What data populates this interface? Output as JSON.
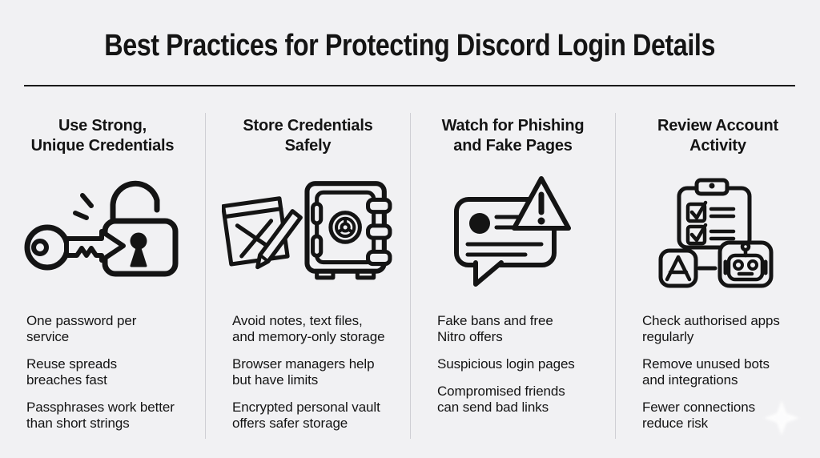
{
  "infographic": {
    "title": "Best Practices for Protecting Discord Login Details"
  },
  "columns": [
    {
      "heading": "Use Strong,\nUnique Credentials",
      "icon": "key-and-unlocked-padlock-icon",
      "points": [
        "One password per\nservice",
        "Reuse spreads\nbreaches fast",
        "Passphrases work better\nthan short strings"
      ]
    },
    {
      "heading": "Store Credentials\nSafely",
      "icon": "crossed-note-pen-and-safe-icon",
      "points": [
        "Avoid notes, text files,\nand memory-only storage",
        "Browser managers help\nbut have limits",
        "Encrypted personal vault\noffers safer storage"
      ]
    },
    {
      "heading": "Watch for Phishing\nand Fake Pages",
      "icon": "chat-message-warning-icon",
      "points": [
        "Fake bans and free\nNitro offers",
        "Suspicious login pages",
        "Compromised friends\ncan send bad links"
      ]
    },
    {
      "heading": "Review Account\nActivity",
      "icon": "checklist-app-and-bot-icon",
      "points": [
        "Check authorised apps\nregularly",
        "Remove unused bots\nand integrations",
        "Fewer connections\nreduce risk"
      ]
    }
  ],
  "colors": {
    "background": "#f1f1f3",
    "text": "#141414",
    "title_rule": "#1a1a1a",
    "column_divider": "#cfcfd4",
    "icon_stroke": "#141414"
  },
  "watermark": {
    "icon": "sparkle-icon"
  }
}
